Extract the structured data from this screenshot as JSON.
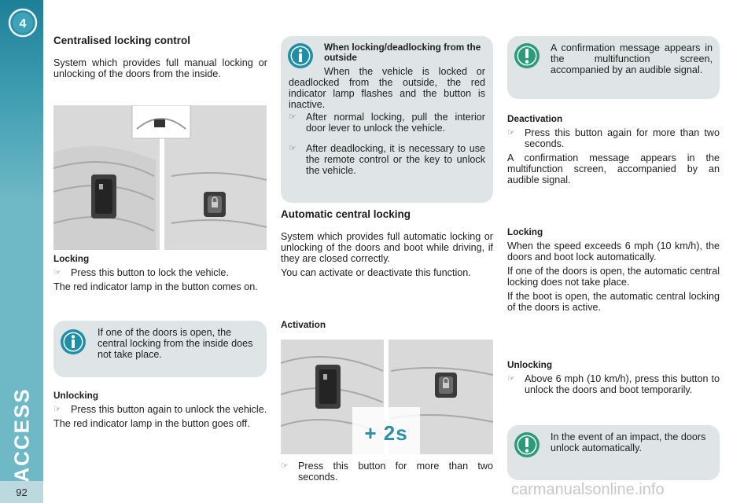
{
  "chapter": {
    "number": "4",
    "label": "ACCESS",
    "page_number": "92"
  },
  "colors": {
    "band": "#6fb8c6",
    "band_dark": "#1e7f98",
    "box_bg": "#dfe5e6",
    "icon_teal": "#1e8fa6",
    "icon_green": "#2b9b7a"
  },
  "col1": {
    "title": "Centralised locking control",
    "intro": "System which provides full manual locking or unlocking of the doors from the inside.",
    "locking_heading": "Locking",
    "locking_bullet": "Press this button to lock the vehicle.",
    "locking_note": "The red indicator lamp in the button comes on.",
    "info_box": "If one of the doors is open, the central locking from the inside does not take place.",
    "unlocking_heading": "Unlocking",
    "unlocking_bullet": "Press this button again to unlock the vehicle.",
    "unlocking_note": "The red indicator lamp in the button goes off."
  },
  "col2": {
    "info_title": "When locking/deadlocking from the outside",
    "info_text": "When the vehicle is locked or deadlocked from the outside, the red indicator lamp flashes and the button is inactive.",
    "info_bullet1": "After normal locking, pull the interior door lever to unlock the vehicle.",
    "info_bullet2": "After deadlocking, it is necessary to use the remote control or the key to unlock the vehicle.",
    "title": "Automatic central locking",
    "intro": "System which provides full automatic locking or unlocking of the doors and boot while driving, if they are closed correctly.",
    "intro2": "You can activate or deactivate this function.",
    "activation_heading": "Activation",
    "timer_label": "+ 2s",
    "activation_bullet": "Press this button for more than two seconds."
  },
  "col3": {
    "warn_box1": "A confirmation message appears in the multifunction screen, accompanied by an audible signal.",
    "deactivation_heading": "Deactivation",
    "deactivation_bullet": "Press this button again for more than two seconds.",
    "deactivation_note": "A confirmation message appears in the multifunction screen, accompanied by an audible signal.",
    "locking_heading": "Locking",
    "locking_p1": "When the speed exceeds 6 mph (10 km/h), the doors and boot lock automatically.",
    "locking_p2": "If one of the doors is open, the automatic central locking does not take place.",
    "locking_p3": "If the boot is open, the automatic central locking of the doors is active.",
    "unlocking_heading": "Unlocking",
    "unlocking_bullet": "Above 6 mph (10 km/h), press this button to unlock the doors and boot temporarily.",
    "warn_box2": "In the event of an impact, the doors unlock automatically."
  },
  "watermark": "carmanualsonline.info"
}
